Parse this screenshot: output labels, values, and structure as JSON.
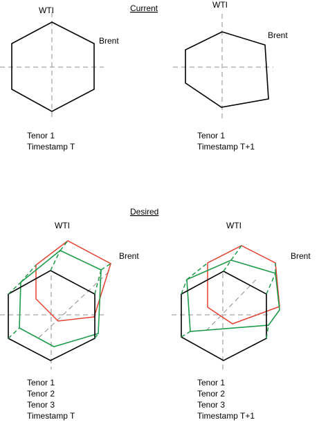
{
  "sections": {
    "current": "Current",
    "desired": "Desired"
  },
  "labels": {
    "wti": "WTI",
    "brent": "Brent"
  },
  "captions": {
    "current_left": [
      "Tenor 1",
      "Timestamp T"
    ],
    "current_right": [
      "Tenor 1",
      "Timestamp T+1"
    ],
    "desired_left": [
      "Tenor 1",
      "Tenor 2",
      "Tenor 3",
      "Timestamp T"
    ],
    "desired_right": [
      "Tenor 1",
      "Tenor 2",
      "Tenor 3",
      "Timestamp T+1"
    ]
  },
  "colors": {
    "tenor1": "#000000",
    "tenor2": "#1e9a4a",
    "tenor3": "#e2402f",
    "axis": "#8c8c8c"
  }
}
